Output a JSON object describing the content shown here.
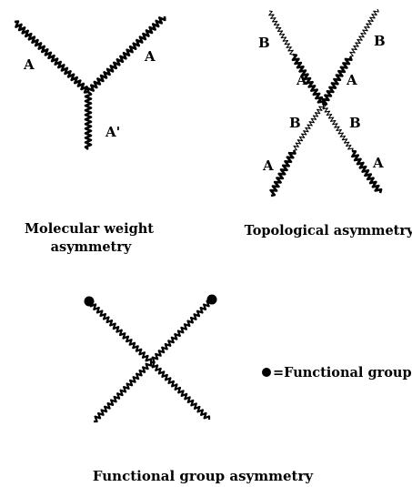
{
  "panels": {
    "molecular_weight": {
      "caption_line1": "Molecular weight",
      "caption_line2": "asymmetry",
      "arm_left_label": "A",
      "arm_right_label": "A",
      "arm_short_label": "A'"
    },
    "topological": {
      "caption": "Topological asymmetry",
      "outer_top_left_label": "B",
      "outer_top_right_label": "B",
      "inner_top_left_label": "A",
      "inner_top_right_label": "A",
      "inner_bottom_left_label": "B",
      "inner_bottom_right_label": "B",
      "outer_bottom_left_label": "A",
      "outer_bottom_right_label": "A"
    },
    "functional_group": {
      "caption": "Functional group asymmetry",
      "legend_text": "=Functional group"
    }
  },
  "colors": {
    "ink": "#000000",
    "background": "#ffffff"
  }
}
